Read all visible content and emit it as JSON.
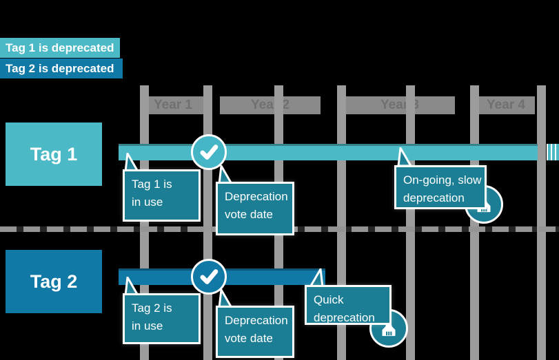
{
  "legend": {
    "items": [
      {
        "label": "Tag 1 is deprecated",
        "color": "#4CBAC6"
      },
      {
        "label": "Tag 2 is deprecated",
        "color": "#1179A5"
      }
    ]
  },
  "axis": {
    "column_headers": [
      "Year 1",
      "Year 2",
      "Year 3",
      "Year 4"
    ]
  },
  "rows": [
    {
      "label": "Tag 1",
      "bar_color": "#4CBAC6",
      "bar_extent": "continues past right edge (striped end)",
      "callouts": [
        {
          "line1": "Tag 1 is",
          "line2": "in use"
        },
        {
          "line1": "Deprecation",
          "line2": "vote date"
        },
        {
          "line1": "On-going, slow",
          "line2": "deprecation"
        }
      ],
      "icons": [
        "check-icon",
        "broom-icon"
      ]
    },
    {
      "label": "Tag 2",
      "bar_color": "#1179A5",
      "bar_extent": "ends early (quick deprecation)",
      "callouts": [
        {
          "line1": "Tag 2 is",
          "line2": "in use"
        },
        {
          "line1": "Deprecation",
          "line2": "vote date"
        },
        {
          "line1": "Quick",
          "line2": "deprecation"
        }
      ],
      "icons": [
        "check-icon",
        "broom-icon"
      ]
    }
  ],
  "colors": {
    "background": "#000000",
    "tag1_teal": "#4CBAC6",
    "tag2_blue": "#1179A5",
    "callout_teal": "#1C7E94",
    "grid_gray": "#9C9C9C",
    "header_block_gray": "#8A8A8A",
    "text_white": "#FFFFFF"
  }
}
